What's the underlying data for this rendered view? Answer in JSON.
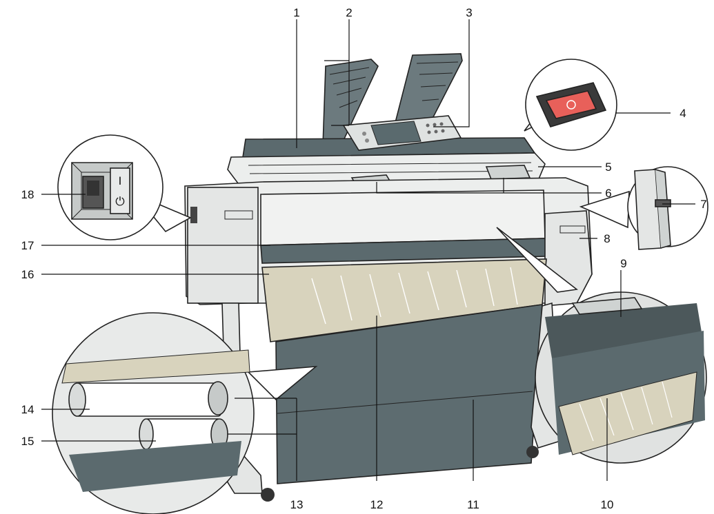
{
  "diagram": {
    "callouts": [
      {
        "num": "1",
        "part": "exposure-glass-cover"
      },
      {
        "num": "2",
        "part": "original-guide-trays"
      },
      {
        "num": "3",
        "part": "control-panel"
      },
      {
        "num": "4",
        "part": "power-key"
      },
      {
        "num": "5",
        "part": "original-table"
      },
      {
        "num": "6",
        "part": "original-guides"
      },
      {
        "num": "7",
        "part": "side-lever"
      },
      {
        "num": "8",
        "part": "right-cover"
      },
      {
        "num": "9",
        "part": "inner-guide"
      },
      {
        "num": "10",
        "part": "inner-cover"
      },
      {
        "num": "11",
        "part": "paper-catch-basket"
      },
      {
        "num": "12",
        "part": "paper-output-guide"
      },
      {
        "num": "13",
        "part": "roll-holder-flanges"
      },
      {
        "num": "14",
        "part": "upper-roll"
      },
      {
        "num": "15",
        "part": "lower-roll"
      },
      {
        "num": "16",
        "part": "front-cover-edge"
      },
      {
        "num": "17",
        "part": "front-cover"
      },
      {
        "num": "18",
        "part": "main-power-switch"
      }
    ],
    "switch_marks": {
      "on": "I",
      "off": "⏻"
    },
    "colors": {
      "body": "#eceeed",
      "panel": "#5b6a6e",
      "tray": "#6c7a7e",
      "basket": "#5d6c70",
      "guide": "#d8d3bd",
      "power_key": "#e8605a"
    }
  }
}
